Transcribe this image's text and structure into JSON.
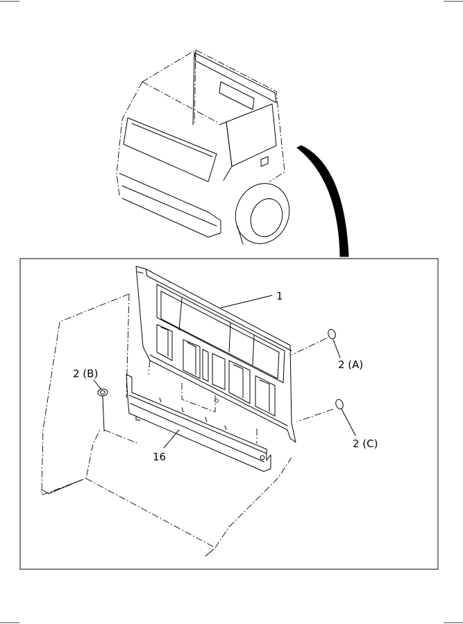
{
  "diagram": {
    "callouts": {
      "panel": "1",
      "grommet_b": "2 (B)",
      "grommet_a": "2 (A)",
      "grommet_c": "2 (C)",
      "rail": "16"
    }
  }
}
